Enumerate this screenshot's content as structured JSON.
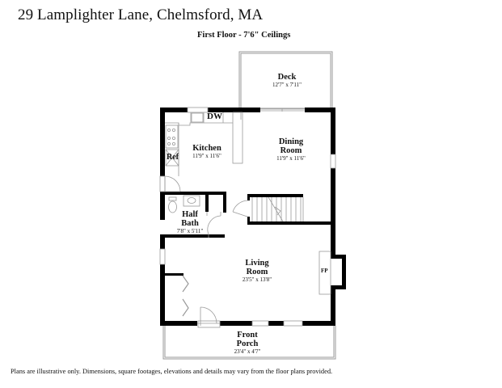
{
  "header": {
    "title": "29 Lamplighter Lane, Chelmsford, MA",
    "subtitle": "First Floor - 7'6\" Ceilings"
  },
  "rooms": {
    "deck": {
      "name": "Deck",
      "dims": "12'7\" x 7'11\""
    },
    "kitchen": {
      "name": "Kitchen",
      "dims": "11'9\" x 11'6\""
    },
    "dining": {
      "name_line1": "Dining",
      "name_line2": "Room",
      "dims": "11'9\" x 11'6\""
    },
    "half_bath": {
      "name_line1": "Half",
      "name_line2": "Bath",
      "dims": "7'8\" x 5'11\""
    },
    "living": {
      "name_line1": "Living",
      "name_line2": "Room",
      "dims": "23'5\" x 13'8\""
    },
    "front_porch": {
      "name_line1": "Front",
      "name_line2": "Porch",
      "dims": "23'4\" x 4'7\""
    }
  },
  "fixtures": {
    "dishwasher": "DW",
    "refrigerator": "Ref",
    "fireplace": "FP"
  },
  "footer": {
    "disclaimer": "Plans are illustrative only. Dimensions, square footages, elevations and details may vary from the floor plans provided."
  },
  "colors": {
    "wall": "#000000",
    "fixture_line": "#9a9a9a",
    "background": "#ffffff"
  }
}
